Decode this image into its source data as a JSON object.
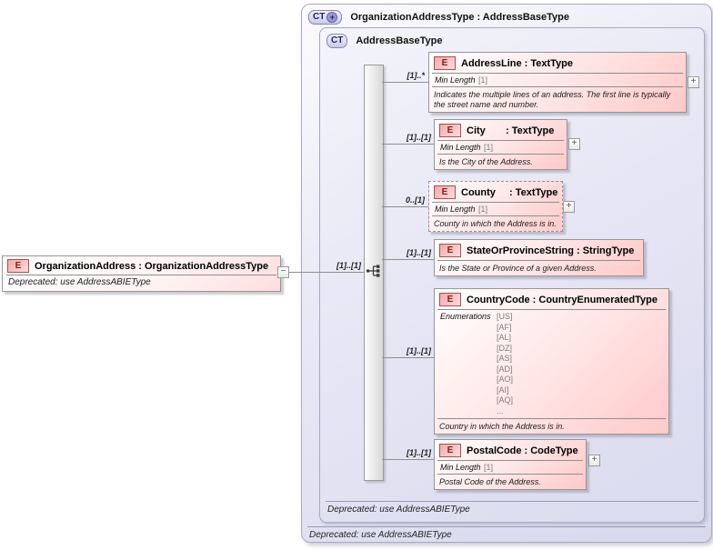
{
  "icons": {
    "element_badge": "E",
    "complex_type_badge": "CT",
    "plus": "+",
    "collapse": "−",
    "expand": "+"
  },
  "colors": {
    "element_fill": "#ffc9c9",
    "type_fill": "#dbdbf0",
    "element_badge_border": "#a84e4e",
    "type_badge_border": "#8585b5",
    "connector": "#8f8f8f"
  },
  "outer_type": {
    "title": "OrganizationAddressType : AddressBaseType",
    "annotation": "Deprecated: use AddressABIEType"
  },
  "inner_type": {
    "title": "AddressBaseType",
    "annotation": "Deprecated: use AddressABIEType"
  },
  "root": {
    "name": "OrganizationAddress",
    "type": ": OrganizationAddressType",
    "annotation": "Deprecated: use AddressABIEType",
    "cardinality": "[1]..[1]"
  },
  "elements": [
    {
      "name": "AddressLine",
      "type": ": TextType",
      "cardinality": "[1]..*",
      "facet_label": "Min Length",
      "facet_value": "[1]",
      "annotation": "Indicates the multiple lines of an address. The first line is typically the street name and number."
    },
    {
      "name": "City",
      "type": ": TextType",
      "cardinality": "[1]..[1]",
      "facet_label": "Min Length",
      "facet_value": "[1]",
      "annotation": "Is the City of the Address."
    },
    {
      "name": "County",
      "type": ": TextType",
      "cardinality": "0..[1]",
      "facet_label": "Min Length",
      "facet_value": "[1]",
      "annotation": "County in which the Address is in."
    },
    {
      "name": "StateOrProvinceString",
      "type": ": StringType",
      "cardinality": "[1]..[1]",
      "annotation": "Is the State or Province of a given Address."
    },
    {
      "name": "CountryCode",
      "type": ": CountryEnumeratedType",
      "cardinality": "[1]..[1]",
      "facet_label": "Enumerations",
      "enumerations": [
        "[US]",
        "[AF]",
        "[AL]",
        "[DZ]",
        "[AS]",
        "[AD]",
        "[AO]",
        "[AI]",
        "[AQ]",
        "..."
      ],
      "annotation": "Country in which the Address is in."
    },
    {
      "name": "PostalCode",
      "type": ": CodeType",
      "cardinality": "[1]..[1]",
      "facet_label": "Min Length",
      "facet_value": "[1]",
      "annotation": "Postal Code of the Address."
    }
  ]
}
